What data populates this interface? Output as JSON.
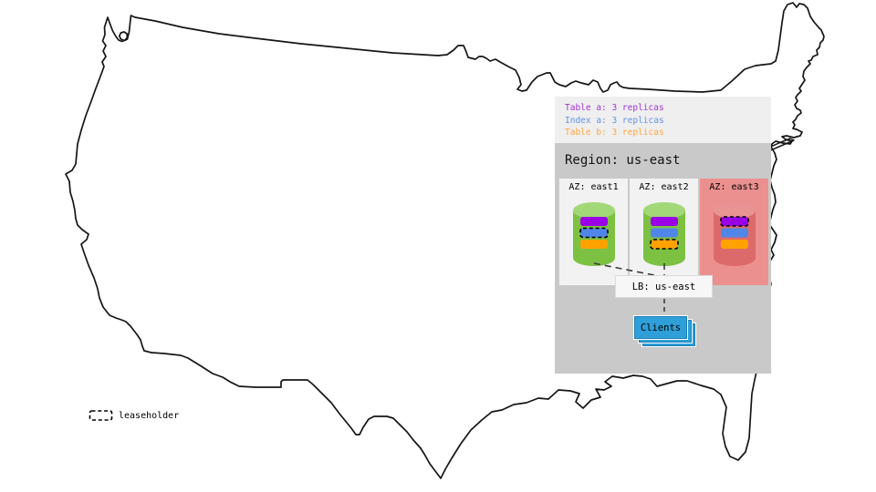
{
  "legend": {
    "items": [
      {
        "label": "Table a: 3 replicas",
        "color": "#a233d6"
      },
      {
        "label": "Index a: 3 replicas",
        "color": "#6490e6"
      },
      {
        "label": "Table b: 3 replicas",
        "color": "#ffa640"
      }
    ],
    "bg": "#efefef"
  },
  "region": {
    "title": "Region: us-east",
    "bg": "#c9c9c9",
    "azs": [
      {
        "label": "AZ: east1",
        "bg": "#f2f2f2",
        "cyl_body": "#7cc142",
        "cyl_top": "#a2d878",
        "replicas": [
          {
            "name": "table-a",
            "color": "#9900e6",
            "leaseholder": false
          },
          {
            "name": "index-a",
            "color": "#4f86e8",
            "leaseholder": true
          },
          {
            "name": "table-b",
            "color": "#ffa200",
            "leaseholder": false
          }
        ]
      },
      {
        "label": "AZ: east2",
        "bg": "#f2f2f2",
        "cyl_body": "#7cc142",
        "cyl_top": "#a2d878",
        "replicas": [
          {
            "name": "table-a",
            "color": "#9900e6",
            "leaseholder": false
          },
          {
            "name": "index-a",
            "color": "#4f86e8",
            "leaseholder": false
          },
          {
            "name": "table-b",
            "color": "#ffa200",
            "leaseholder": true
          }
        ]
      },
      {
        "label": "AZ: east3",
        "bg": "#ec8f8f",
        "cyl_body": "#dd6a6a",
        "cyl_top": "#e89494",
        "replicas": [
          {
            "name": "table-a",
            "color": "#9900e6",
            "leaseholder": true
          },
          {
            "name": "index-a",
            "color": "#4f86e8",
            "leaseholder": false
          },
          {
            "name": "table-b",
            "color": "#ffa200",
            "leaseholder": false
          }
        ]
      }
    ],
    "lb_label": "LB: us-east",
    "lb_bg": "#f7f7f7",
    "clients_label": "Clients",
    "clients_bg": "#2e9fd8"
  },
  "map_legend": {
    "label": "leaseholder"
  }
}
